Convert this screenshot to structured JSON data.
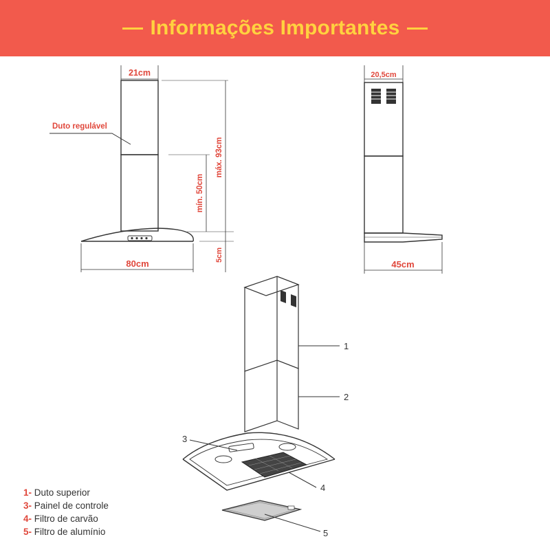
{
  "header": {
    "title": "Informações Importantes"
  },
  "colors": {
    "banner": "#f25a4c",
    "title": "#ffd23f",
    "accent": "#e0473b",
    "line": "#333333"
  },
  "front_view": {
    "width_top": "21cm",
    "duct_label": "Duto regulável",
    "max_height": "máx. 93cm",
    "min_height": "mín. 50cm",
    "hood_height": "5cm",
    "width_bottom": "80cm"
  },
  "side_view": {
    "width_top": "20,5cm",
    "width_bottom": "45cm"
  },
  "iso_view": {
    "callouts": [
      "1",
      "2",
      "3",
      "4",
      "5"
    ]
  },
  "legend": [
    {
      "num": "1-",
      "text": "Duto superior"
    },
    {
      "num": "3-",
      "text": "Painel de controle"
    },
    {
      "num": "4-",
      "text": "Filtro de carvão"
    },
    {
      "num": "5-",
      "text": "Filtro de alumínio"
    }
  ]
}
